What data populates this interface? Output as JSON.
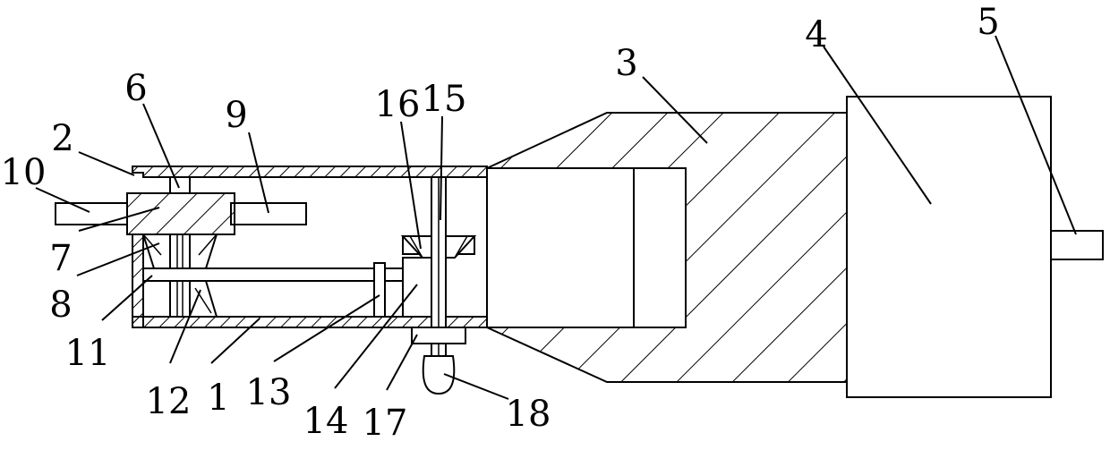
{
  "figure": {
    "labels": [
      {
        "id": "1",
        "text": "1"
      },
      {
        "id": "2",
        "text": "2"
      },
      {
        "id": "3",
        "text": "3"
      },
      {
        "id": "4",
        "text": "4"
      },
      {
        "id": "5",
        "text": "5"
      },
      {
        "id": "6",
        "text": "6"
      },
      {
        "id": "7",
        "text": "7"
      },
      {
        "id": "8",
        "text": "8"
      },
      {
        "id": "9",
        "text": "9"
      },
      {
        "id": "10",
        "text": "10"
      },
      {
        "id": "11",
        "text": "11"
      },
      {
        "id": "12",
        "text": "12"
      },
      {
        "id": "13",
        "text": "13"
      },
      {
        "id": "14",
        "text": "14"
      },
      {
        "id": "15",
        "text": "15"
      },
      {
        "id": "16",
        "text": "16"
      },
      {
        "id": "17",
        "text": "17"
      },
      {
        "id": "18",
        "text": "18"
      }
    ]
  }
}
